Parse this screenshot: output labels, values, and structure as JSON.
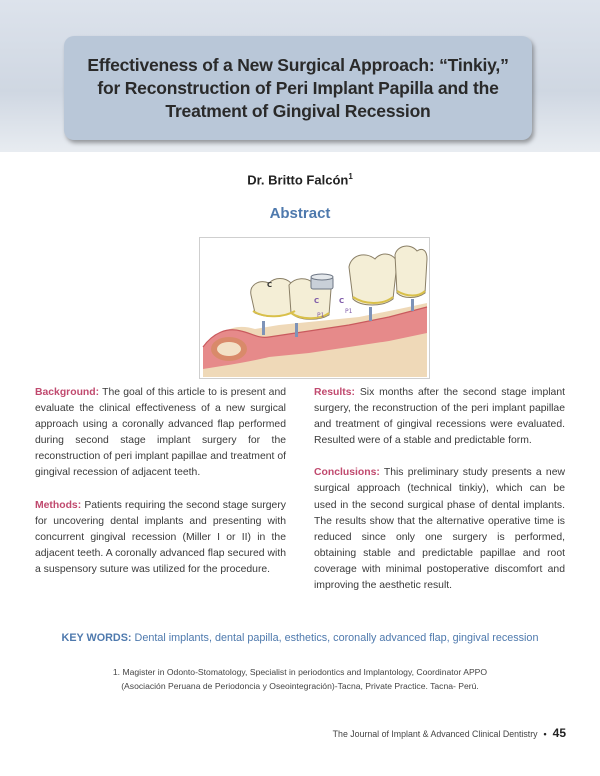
{
  "title": "Effectiveness of a New Surgical Approach: “Tinkiy,” for Reconstruction of Peri Implant Papilla and the Treatment of Gingival Recession",
  "author": {
    "name": "Dr. Britto Falcón",
    "sup": "1"
  },
  "abstract_heading": "Abstract",
  "figure": {
    "labels": {
      "c_left": "C",
      "c_mid": "C",
      "c_small": "C",
      "p1_a": "P1",
      "p1_b": "P1"
    },
    "colors": {
      "tooth": "#f4eed6",
      "gum": "#e68a8a",
      "gum_dark": "#c95a5e",
      "bone": "#efd9b8",
      "implant": "#7e93b8",
      "line": "#d9c04a"
    }
  },
  "sections": {
    "background": {
      "label": "Background:",
      "text": "The goal of this article to is present and evaluate the clinical effectiveness of a new surgical approach using a coronally advanced flap performed during second stage implant surgery for the reconstruction of peri implant papillae and treatment of gingival recession of adjacent teeth."
    },
    "methods": {
      "label": "Methods:",
      "text": "Patients requiring the second stage surgery for uncovering dental implants and presenting with concurrent gingival recession (Miller I or II) in the adjacent teeth. A coronally advanced flap secured with a suspensory suture was utilized for the procedure."
    },
    "results": {
      "label": "Results:",
      "text": "Six months after the second stage implant surgery, the reconstruction of the peri implant papillae and treatment of gingival recessions were evaluated. Resulted were of a stable and predictable form."
    },
    "conclusions": {
      "label": "Conclusions:",
      "text": "This preliminary study presents a new surgical approach (technical tinkiy), which can be used in the second surgical phase of dental implants. The results show that the alternative operative time is reduced since only one surgery is performed, obtaining stable and predictable papillae and root coverage with minimal postoperative discomfort and improving the aesthetic result."
    }
  },
  "keywords": {
    "label": "KEY WORDS:",
    "text": "Dental implants, dental papilla, esthetics, coronally advanced flap, gingival recession"
  },
  "footnote": {
    "line1": "1. Magister in Odonto-Stomatology, Specialist in periodontics and Implantology, Coordinator APPO",
    "line2": "(Asociación Peruana de Periodoncia y Oseointegración)-Tacna, Private Practice. Tacna- Perú."
  },
  "footer": {
    "journal": "The Journal of Implant & Advanced Clinical Dentistry",
    "bullet": "•",
    "page": "45"
  },
  "colors": {
    "title_box": "#b9c7d8",
    "accent_blue": "#4e79ad",
    "label_magenta": "#c0496e"
  }
}
